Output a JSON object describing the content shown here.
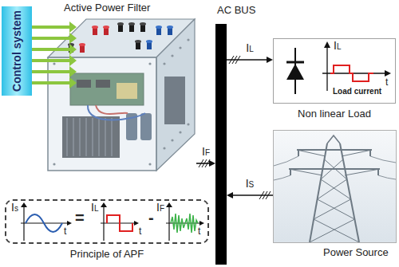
{
  "diagram": {
    "nodes": [
      {
        "text": [
          "Control system"
        ]
      },
      {
        "text": [
          "Active Power Filter"
        ]
      },
      {
        "text": [
          "AC BUS"
        ]
      },
      {
        "text": [
          "IL",
          "t",
          "Load current",
          "Non linear Load"
        ]
      },
      {
        "text": [
          "Is",
          "t",
          "=",
          "IL",
          "t",
          "-",
          "IF",
          "t",
          "Principle of APF"
        ]
      },
      {
        "text": [
          "Power Source"
        ]
      }
    ],
    "edges": [
      {
        "from": 0,
        "to": 1,
        "arrow": "to"
      },
      {
        "from": 1,
        "to": 2,
        "arrow": "to",
        "label": "IF"
      },
      {
        "from": 2,
        "to": 3,
        "arrow": "to",
        "label": "IL"
      },
      {
        "from": 5,
        "to": 2,
        "arrow": "to",
        "label": "IS"
      }
    ]
  }
}
